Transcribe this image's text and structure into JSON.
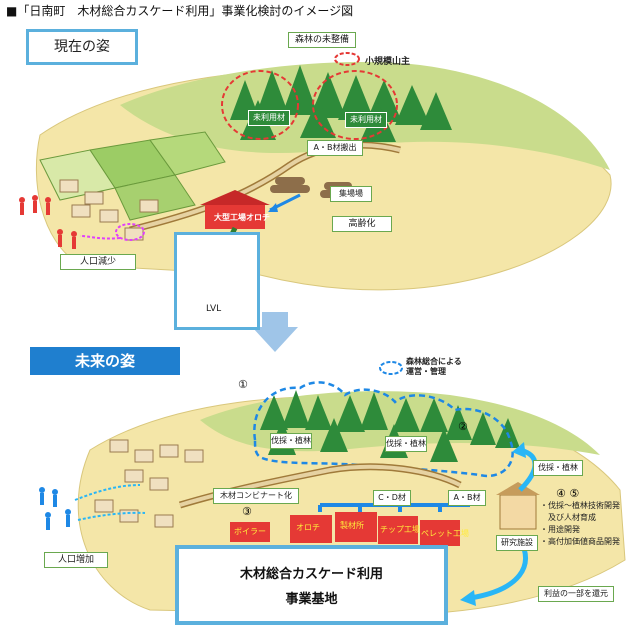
{
  "title": "■「日南町　木材総合カスケード利用」事業化検討のイメージ図",
  "current": {
    "heading": "現在の姿",
    "forest_label": "森林の未整備",
    "small_owner_label": "小規模山主",
    "unused_1": "未利用材",
    "unused_2": "未利用材",
    "ab_label": "A・B材搬出",
    "yard_label": "集場場",
    "aging_label": "高齢化",
    "population_label": "人口減少",
    "mill_sign_1": "大型工場",
    "mill_sign_2": "オロチ",
    "lvl_label": "LVL"
  },
  "future": {
    "heading": "未来の姿",
    "legend_label_line1": "森林総合による",
    "legend_label_line2": "運営・管理",
    "num_1": "①",
    "num_2": "②",
    "num_3": "③",
    "num_45": "④ ⑤",
    "thin_1": "伐採・植林",
    "thin_2": "伐採・植林",
    "felling_label": "伐採・植林",
    "kombinat_label": "木材コンビナート化",
    "cd_label": "C・D材",
    "ab_label": "A・B材",
    "research_label": "研究施設",
    "population_label": "人口増加",
    "return_label": "利益の一部を還元",
    "bullets": [
      "・伐採～植林技術開発",
      "　及び人材育成",
      "・用途開発",
      "・高付加価値商品開発"
    ],
    "hub_line1": "木材総合カスケード利用",
    "hub_line2": "事業基地",
    "factory_labels": [
      "ボイラー",
      "オロチ",
      "製材所",
      "チップ工場",
      "ペレット工場"
    ]
  }
}
